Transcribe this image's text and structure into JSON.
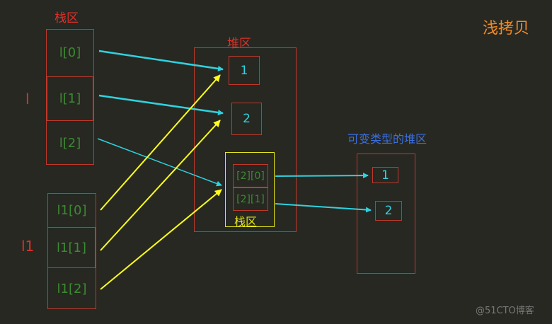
{
  "title": "浅拷贝",
  "stack_label": "栈区",
  "heap_label": "堆区",
  "mutable_heap_label": "可变类型的堆区",
  "inner_stack_label": "栈区",
  "var_l": "l",
  "var_l1": "l1",
  "l_cells": [
    "l[0]",
    "l[1]",
    "l[2]"
  ],
  "l1_cells": [
    "l1[0]",
    "l1[1]",
    "l1[2]"
  ],
  "heap_values": [
    "1",
    "2"
  ],
  "inner_cells": [
    "[2][0]",
    "[2][1]"
  ],
  "mutable_values": [
    "1",
    "2"
  ],
  "watermark": "@51CTO博客",
  "colors": {
    "background": "#272822",
    "box_border": "#c0392b",
    "cyan_arrow": "#2ed3e0",
    "yellow_arrow": "#ffff1a",
    "title": "#f08a24",
    "mutable_label": "#3a6fe0"
  }
}
